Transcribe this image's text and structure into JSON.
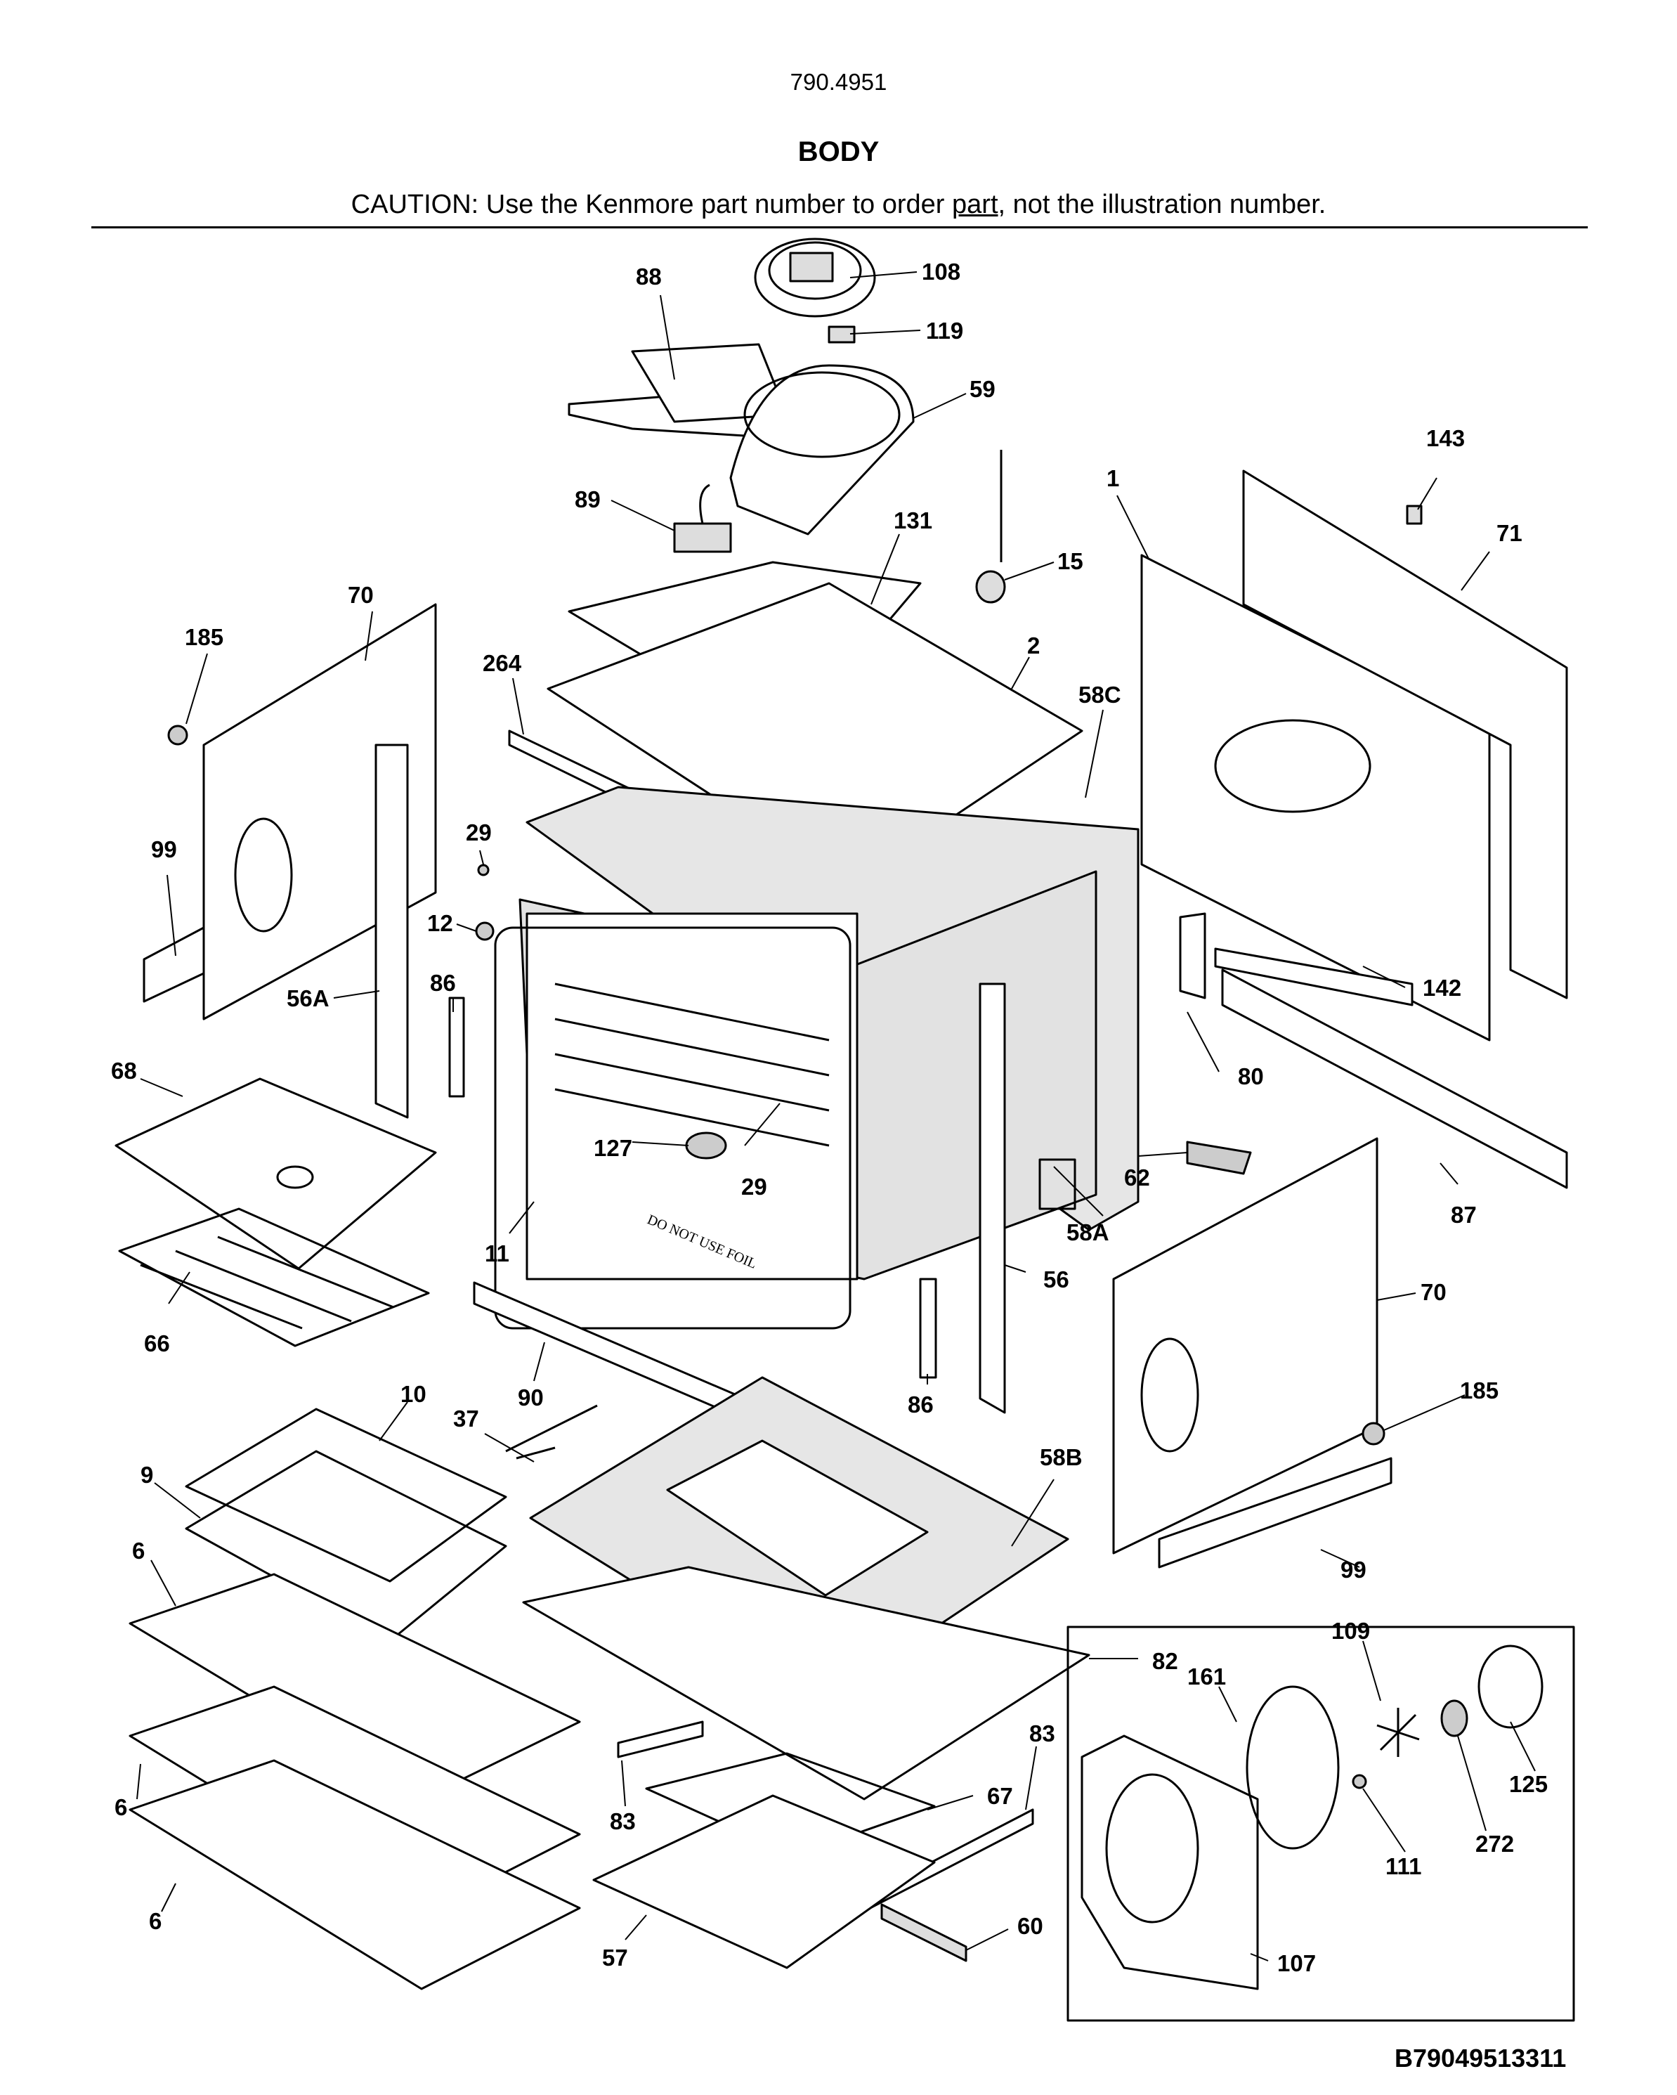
{
  "header": {
    "model_number": "790.4951",
    "title": "BODY",
    "caution_before": "CAUTION: Use the Kenmore part number to order ",
    "caution_underlined": "part",
    "caution_after": ", not the illustration number."
  },
  "callouts": [
    {
      "id": "108",
      "label": "108"
    },
    {
      "id": "88",
      "label": "88"
    },
    {
      "id": "119",
      "label": "119"
    },
    {
      "id": "59",
      "label": "59"
    },
    {
      "id": "143",
      "label": "143"
    },
    {
      "id": "1",
      "label": "1"
    },
    {
      "id": "71",
      "label": "71"
    },
    {
      "id": "89",
      "label": "89"
    },
    {
      "id": "131",
      "label": "131"
    },
    {
      "id": "15",
      "label": "15"
    },
    {
      "id": "70a",
      "label": "70"
    },
    {
      "id": "185a",
      "label": "185"
    },
    {
      "id": "264",
      "label": "264"
    },
    {
      "id": "2",
      "label": "2"
    },
    {
      "id": "58C",
      "label": "58C"
    },
    {
      "id": "99a",
      "label": "99"
    },
    {
      "id": "29a",
      "label": "29"
    },
    {
      "id": "12",
      "label": "12"
    },
    {
      "id": "56A",
      "label": "56A"
    },
    {
      "id": "86a",
      "label": "86"
    },
    {
      "id": "68",
      "label": "68"
    },
    {
      "id": "142",
      "label": "142"
    },
    {
      "id": "80",
      "label": "80"
    },
    {
      "id": "127",
      "label": "127"
    },
    {
      "id": "29b",
      "label": "29"
    },
    {
      "id": "62",
      "label": "62"
    },
    {
      "id": "87",
      "label": "87"
    },
    {
      "id": "11",
      "label": "11"
    },
    {
      "id": "58A",
      "label": "58A"
    },
    {
      "id": "66",
      "label": "66"
    },
    {
      "id": "56",
      "label": "56"
    },
    {
      "id": "70b",
      "label": "70"
    },
    {
      "id": "90",
      "label": "90"
    },
    {
      "id": "86b",
      "label": "86"
    },
    {
      "id": "10",
      "label": "10"
    },
    {
      "id": "37",
      "label": "37"
    },
    {
      "id": "185b",
      "label": "185"
    },
    {
      "id": "9",
      "label": "9"
    },
    {
      "id": "58B",
      "label": "58B"
    },
    {
      "id": "6a",
      "label": "6"
    },
    {
      "id": "99b",
      "label": "99"
    },
    {
      "id": "82",
      "label": "82"
    },
    {
      "id": "109",
      "label": "109"
    },
    {
      "id": "161",
      "label": "161"
    },
    {
      "id": "125",
      "label": "125"
    },
    {
      "id": "83a",
      "label": "83"
    },
    {
      "id": "6b",
      "label": "6"
    },
    {
      "id": "83b",
      "label": "83"
    },
    {
      "id": "67",
      "label": "67"
    },
    {
      "id": "111",
      "label": "111"
    },
    {
      "id": "272",
      "label": "272"
    },
    {
      "id": "6c",
      "label": "6"
    },
    {
      "id": "60",
      "label": "60"
    },
    {
      "id": "57",
      "label": "57"
    },
    {
      "id": "107",
      "label": "107"
    }
  ],
  "oven_text": "DO NOT USE FOIL",
  "drawing_code": "B79049513311"
}
